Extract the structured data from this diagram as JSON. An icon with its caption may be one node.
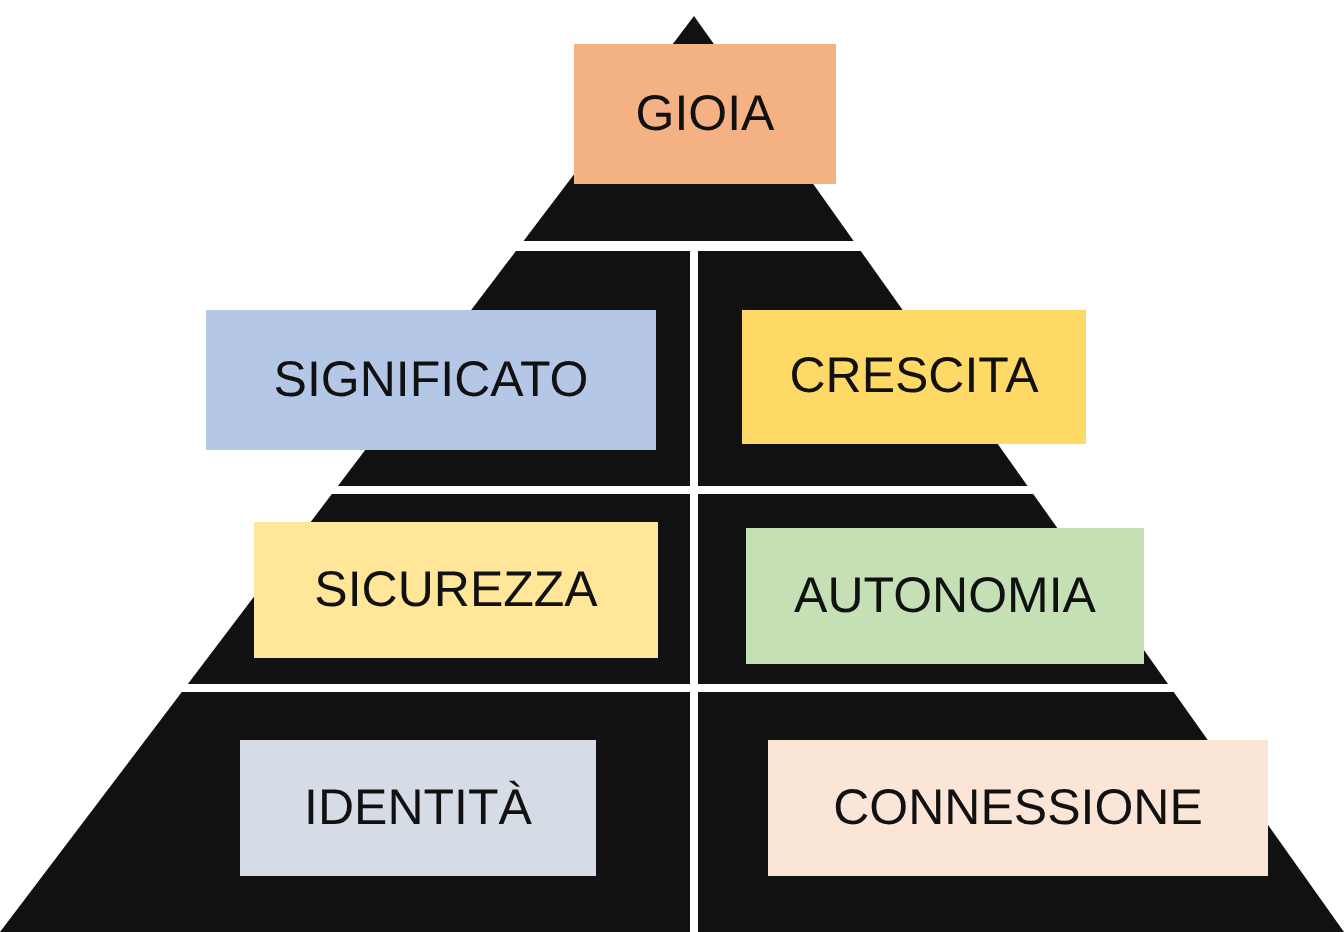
{
  "diagram": {
    "nodes": [
      {
        "text": [
          "GIOIA"
        ]
      },
      {
        "text": [
          "SIGNIFICATO"
        ]
      },
      {
        "text": [
          "CRESCITA"
        ]
      },
      {
        "text": [
          "SICUREZZA"
        ]
      },
      {
        "text": [
          "AUTONOMIA"
        ]
      },
      {
        "text": [
          "IDENTITÀ"
        ]
      },
      {
        "text": [
          "CONNESSIONE"
        ]
      }
    ]
  }
}
